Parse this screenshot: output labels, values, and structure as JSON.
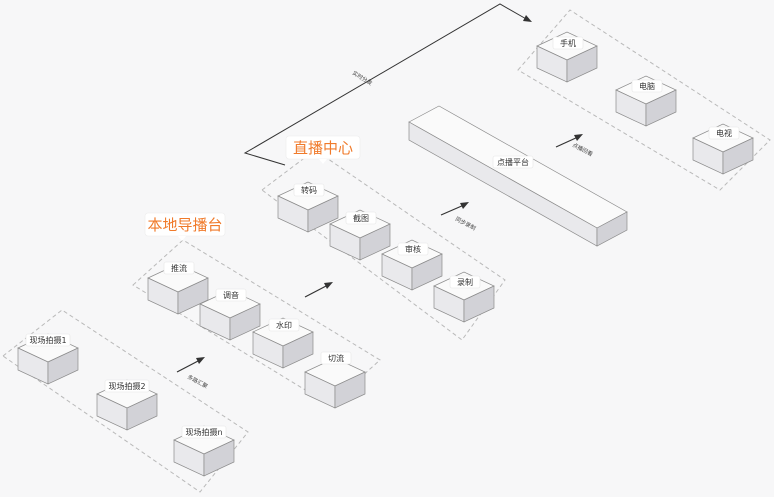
{
  "colors": {
    "accent": "#f07a2a",
    "edge": "#8c8c8c",
    "outline": "#b9b9b9"
  },
  "titles": {
    "local_director": "本地导播台",
    "live_center": "直播中心"
  },
  "nodes": {
    "cam1": "现场拍摄1",
    "cam2": "现场拍摄2",
    "camn": "现场拍摄n",
    "push": "推流",
    "tune": "调音",
    "watermark": "水印",
    "cut": "切流",
    "transcode": "转码",
    "screenshot": "截图",
    "review": "审核",
    "record": "录制",
    "vod": "点播平台",
    "phone": "手机",
    "pc": "电脑",
    "tv": "电视"
  },
  "flows": {
    "upload": "多路汇聚",
    "sync": "同步录制",
    "vod_out": "点播回看",
    "live_out": "实时分发"
  }
}
